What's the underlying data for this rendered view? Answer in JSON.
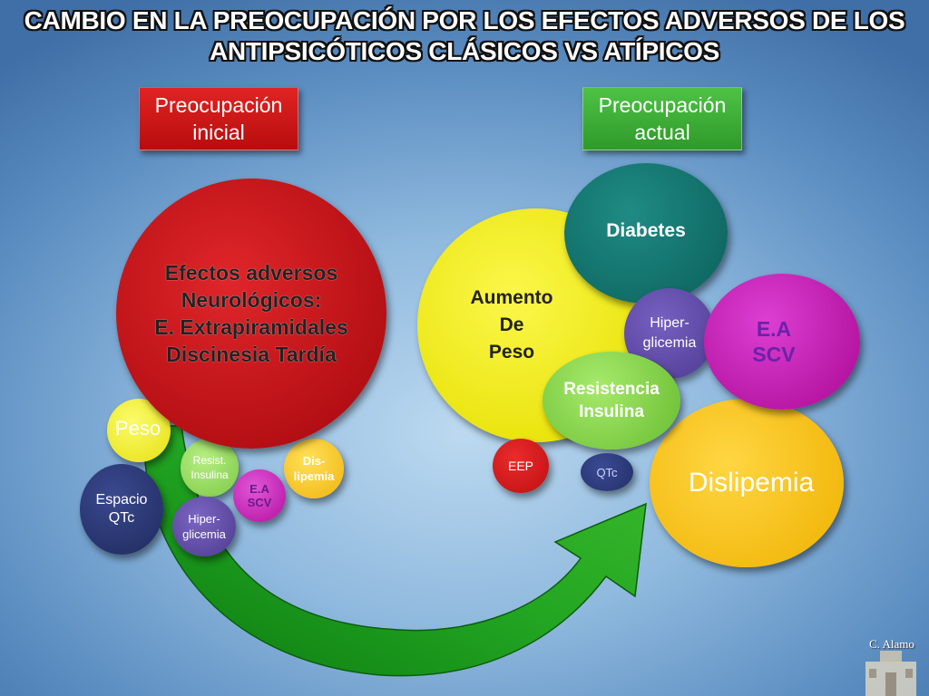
{
  "title": {
    "line1": "CAMBIO EN LA PREOCUPACIÓN POR LOS EFECTOS ADVERSOS DE LOS",
    "line2": "ANTIPSICÓTICOS CLÁSICOS VS ATÍPICOS"
  },
  "labels": {
    "initial": {
      "line1": "Preocupación",
      "line2": "inicial"
    },
    "current": {
      "line1": "Preocupación",
      "line2": "actual"
    }
  },
  "left": {
    "main": {
      "l1": "Efectos adversos",
      "l2": "Neurológicos:",
      "l3": "E. Extrapiramidales",
      "l4": "Discinesia Tardía"
    },
    "peso": "Peso",
    "resist": {
      "l1": "Resist.",
      "l2": "Insulina"
    },
    "dislipemia": {
      "l1": "Dis-",
      "l2": "lipemia"
    },
    "eascv": {
      "l1": "E.A",
      "l2": "SCV"
    },
    "espacio": {
      "l1": "Espacio",
      "l2": "QTc"
    },
    "hiper": {
      "l1": "Hiper-",
      "l2": "glicemia"
    }
  },
  "right": {
    "aumento": {
      "l1": "Aumento",
      "l2": "De",
      "l3": "Peso"
    },
    "diabetes": "Diabetes",
    "hiper": {
      "l1": "Hiper-",
      "l2": "glicemia"
    },
    "eascv": {
      "l1": "E.A",
      "l2": "SCV"
    },
    "resistencia": {
      "l1": "Resistencia",
      "l2": "Insulina"
    },
    "eep": "EEP",
    "qtc": "QTc",
    "dislipemia": "Dislipemia"
  },
  "author": "C. Alamo",
  "colors": {
    "red": "#c8161b",
    "yellow": "#f3ee11",
    "orange": "#f5c218",
    "navy": "#28336b",
    "purple": "#5d4aa0",
    "magenta": "#c51fba",
    "teal": "#0f6f6a",
    "lightgreen": "#8fd85a",
    "arrow": "#1e9a1e"
  }
}
